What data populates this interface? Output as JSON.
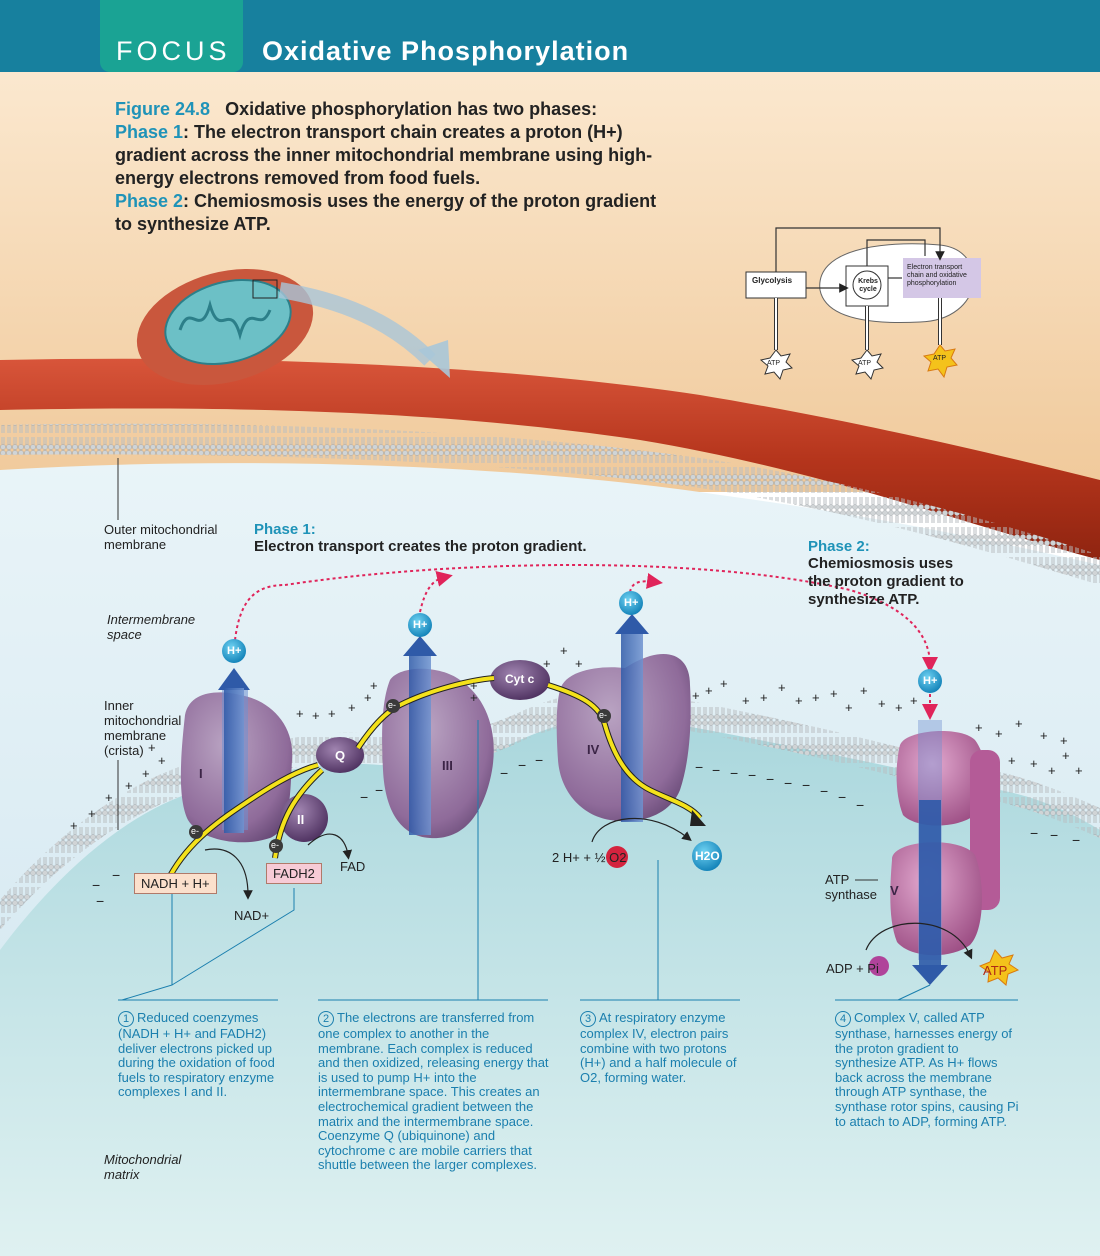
{
  "header": {
    "tab_label": "FOCUS",
    "title": "Oxidative Phosphorylation"
  },
  "caption": {
    "figure": "Figure 24.8",
    "intro": "Oxidative phosphorylation has two phases:",
    "phase1_label": "Phase 1",
    "phase1_text": ": The electron transport chain creates a proton (H+) gradient across the inner mitochondrial membrane using high-energy electrons removed from food fuels.",
    "phase2_label": "Phase 2",
    "phase2_text": ": Chemiosmosis uses the energy of the proton gradient to synthesize ATP."
  },
  "overview": {
    "glycolysis": "Glycolysis",
    "krebs": "Krebs cycle",
    "etc": "Electron transport chain and oxidative phosphorylation",
    "atp1": "ATP",
    "atp2": "ATP",
    "atp3": "ATP"
  },
  "labels": {
    "outer_membrane": "Outer mitochondrial membrane",
    "intermembrane_space": "Intermembrane space",
    "inner_membrane": "Inner mitochondrial membrane (crista)",
    "matrix": "Mitochondrial matrix",
    "phase1_head": "Phase 1:",
    "phase1_body": "Electron transport creates the proton gradient.",
    "phase2_head": "Phase 2:",
    "phase2_body": "Chemiosmosis uses the proton gradient to synthesize ATP.",
    "complex_I": "I",
    "complex_II": "II",
    "complex_III": "III",
    "complex_IV": "IV",
    "complex_V": "V",
    "q": "Q",
    "cytc": "Cyt c",
    "nadh": "NADH + H+",
    "nad": "NAD+",
    "fadh2": "FADH2",
    "fad": "FAD",
    "oxygen_eq": "2 H+ + ½ O2",
    "water": "H2O",
    "atp_synthase": "ATP synthase",
    "adp": "ADP + Pi",
    "atp": "ATP",
    "hplus": "H+",
    "electron": "e-"
  },
  "steps": [
    {
      "num": "1",
      "text": "Reduced coenzymes (NADH + H+ and FADH2) deliver electrons picked up during the oxidation of food fuels to respiratory enzyme complexes I and II."
    },
    {
      "num": "2",
      "text": "The electrons are transferred from one complex to another in the membrane. Each complex is reduced and then oxidized, releasing energy that is used to pump H+ into the intermembrane space. This creates an electrochemical gradient between the matrix and the intermembrane space. Coenzyme Q (ubiquinone) and cytochrome c are mobile carriers that shuttle between the larger complexes."
    },
    {
      "num": "3",
      "text": "At respiratory enzyme complex IV, electron pairs combine with two protons (H+) and a half molecule of O2, forming water."
    },
    {
      "num": "4",
      "text": "Complex V, called ATP synthase, harnesses energy of the proton gradient to synthesize ATP. As H+ flows back across the membrane through ATP synthase, the synthase rotor spins, causing Pi to attach to ADP, forming ATP."
    }
  ],
  "colors": {
    "header": "#17809e",
    "tab": "#1aa394",
    "accent_blue": "#1f93b8",
    "complex_purple": "#8f6b9a",
    "synthase_pink": "#b45b97",
    "matrix": "#bfe1e6",
    "outer_membrane": "#b5351c"
  }
}
